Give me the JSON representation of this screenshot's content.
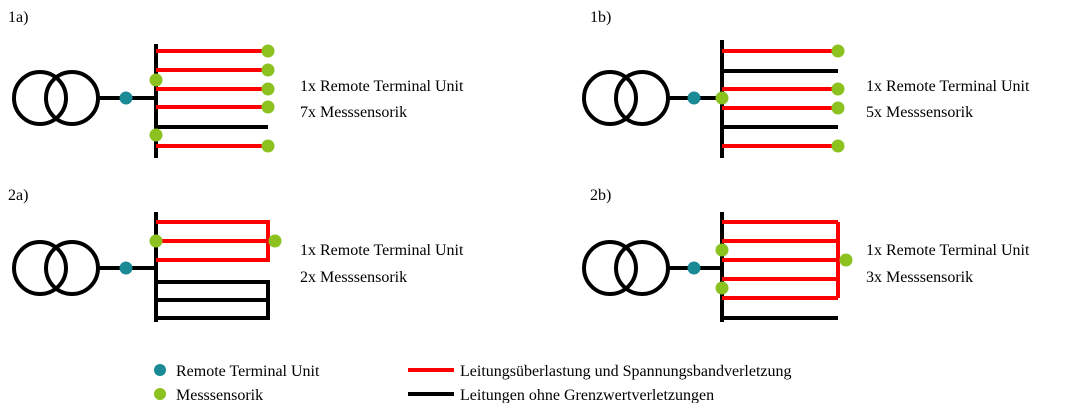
{
  "colors": {
    "violation_line": "#ff0000",
    "normal_line": "#000000",
    "rtu_dot": "#1a8a96",
    "sensor_dot": "#8cc21f"
  },
  "panels": [
    {
      "id": "1a",
      "label": "1a)",
      "text_line1": "1x Remote Terminal Unit",
      "text_line2": "7x Messsensorik"
    },
    {
      "id": "1b",
      "label": "1b)",
      "text_line1": "1x Remote Terminal Unit",
      "text_line2": "5x Messsensorik"
    },
    {
      "id": "2a",
      "label": "2a)",
      "text_line1": "1x Remote Terminal Unit",
      "text_line2": "2x Messsensorik"
    },
    {
      "id": "2b",
      "label": "2b)",
      "text_line1": "1x Remote Terminal Unit",
      "text_line2": "3x Messsensorik"
    }
  ],
  "legend": {
    "rtu": "Remote Terminal Unit",
    "sensor": "Messsensorik",
    "violation": "Leitungsüberlastung und Spannungsbandverletzung",
    "normal": "Leitungen ohne Grenzwertverletzungen"
  }
}
